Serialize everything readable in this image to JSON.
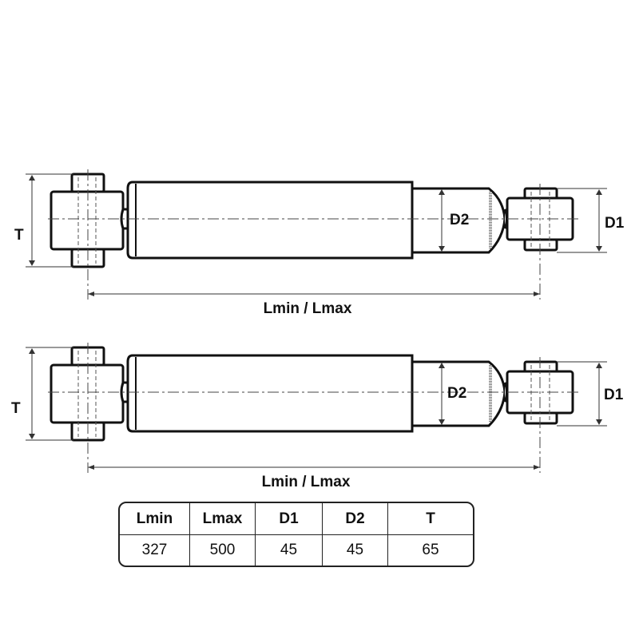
{
  "diagrams": [
    {
      "label_t": "T",
      "label_d1": "D1",
      "label_d2": "D2",
      "label_length": "Lmin / Lmax"
    },
    {
      "label_t": "T",
      "label_d1": "D1",
      "label_d2": "D2",
      "label_length": "Lmin / Lmax"
    }
  ],
  "table": {
    "headers": [
      "Lmin",
      "Lmax",
      "D1",
      "D2",
      "T"
    ],
    "values": [
      "327",
      "500",
      "45",
      "45",
      "65"
    ]
  }
}
